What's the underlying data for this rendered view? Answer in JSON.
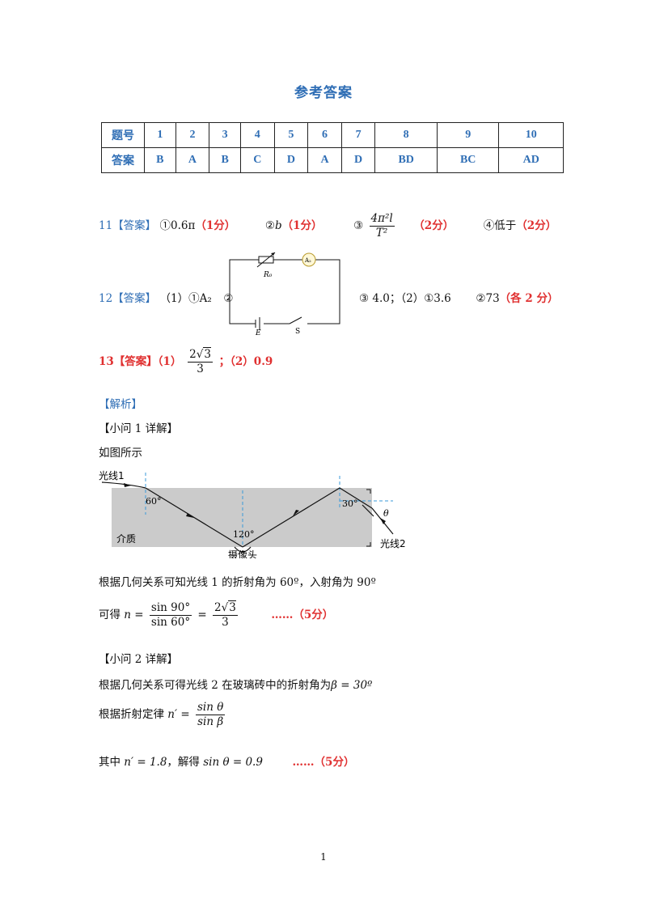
{
  "title": "参考答案",
  "table": {
    "row1_header": "题号",
    "row2_header": "答案",
    "numbers": [
      "1",
      "2",
      "3",
      "4",
      "5",
      "6",
      "7",
      "8",
      "9",
      "10"
    ],
    "answers": [
      "B",
      "A",
      "B",
      "C",
      "D",
      "A",
      "D",
      "BD",
      "BC",
      "AD"
    ]
  },
  "q11": {
    "label": "11【答案】",
    "p1": "①0.6π",
    "p1_score": "（1分）",
    "p2_prefix": "②",
    "p2_var": "b",
    "p2_score": "（1分）",
    "p3_prefix": "③",
    "p3_num": "4π²l",
    "p3_den": "T²",
    "p3_score": "（2分）",
    "p4": "④低于",
    "p4_score": "（2分）"
  },
  "q12": {
    "label": "12【答案】",
    "p1": "（1）①A₂",
    "p2": "②",
    "p3": "③ 4.0；（2）①3.6",
    "p4": "②73",
    "score": "（各 2 分）",
    "circuit": {
      "resistor": "R₀",
      "ammeter": "A₂",
      "battery": "E",
      "switch": "S"
    }
  },
  "q13": {
    "label": "13【答案】",
    "part1": "（1）",
    "frac_num_coef": "2",
    "frac_num_rad": "3",
    "frac_den": "3",
    "part2": "；（2）0.9"
  },
  "analysis": "【解析】",
  "sub1": {
    "heading": "【小问 1 详解】",
    "text1": "如图所示",
    "text2": "根据几何关系可知光线 1 的折射角为 60º，入射角为 90º",
    "eq_prefix": "可得",
    "eq_lhs": "n =",
    "eq_num": "sin 90°",
    "eq_den": "sin 60°",
    "eq_res_coef": "2",
    "eq_res_rad": "3",
    "eq_res_den": "3",
    "score": "……（5分）"
  },
  "diagram": {
    "ray1": "光线1",
    "ray2": "光线2",
    "medium": "介质",
    "camera": "摄像头",
    "angle1": "60°",
    "angle2": "120°",
    "angle3": "30°",
    "angle4": "θ"
  },
  "sub2": {
    "heading": "【小问 2 详解】",
    "text1_pre": "根据几何关系可得光线 2 在玻璃砖中的折射角为",
    "text1_eq": "β = 30º",
    "law_prefix": "根据折射定律",
    "law_lhs": "n′ =",
    "law_num": "sin θ",
    "law_den": "sin β",
    "final_pre": "其中",
    "final_eq1": "n′ = 1.8",
    "final_mid": "，解得",
    "final_eq2": "sin θ = 0.9",
    "score": "……（5分）"
  },
  "page_number": "1"
}
